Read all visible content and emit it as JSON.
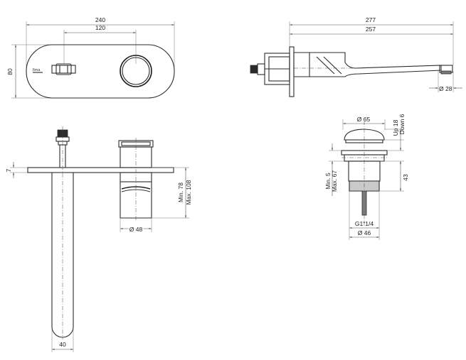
{
  "top_view": {
    "width_dim": "240",
    "centers_dim": "120",
    "height_dim": "80",
    "brand": "fima"
  },
  "side_view": {
    "overall_dim": "277",
    "spout_dim": "257",
    "outlet_dim": "Ø 28"
  },
  "front_view": {
    "plate_dim": "7",
    "handle_dia": "Ø 48",
    "depth_min": "Min. 78",
    "depth_max": "Max. 108",
    "spout_width": "40"
  },
  "waste_view": {
    "cap_dia": "Ø 65",
    "lift_up": "Up 18",
    "lift_down": "Down 6",
    "thick_min": "Min. 5",
    "thick_max": "Max. 67",
    "body_dim": "43",
    "thread": "G1\"1/4",
    "body_dia": "Ø 46"
  },
  "colors": {
    "line": "#2b2b2b",
    "dimension": "#555555",
    "background": "#ffffff"
  }
}
